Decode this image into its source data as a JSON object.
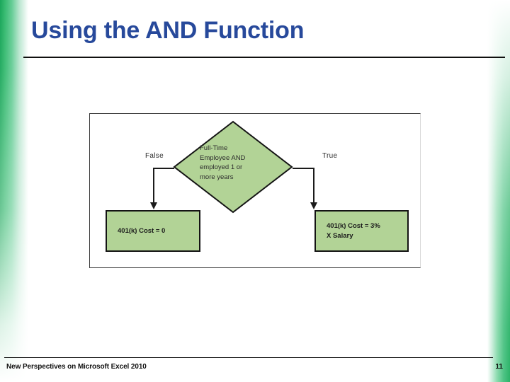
{
  "slide": {
    "title": "Using the AND Function",
    "accent_color": "#27499b",
    "shape_fill_color": "#b2d396",
    "edge_gradient_color": "#1aa65a"
  },
  "figure": {
    "decision": {
      "label_lines": [
        "Full-Time",
        "Employee AND",
        "employed 1 or",
        "more years"
      ],
      "full_text": "Full-Time Employee AND employed 1 or more years"
    },
    "branches": [
      {
        "label": "False",
        "result_lines": [
          "401(k) Cost = 0"
        ]
      },
      {
        "label": "True",
        "result_lines": [
          "401(k) Cost = 3%",
          "X Salary"
        ]
      }
    ]
  },
  "footer": {
    "source": "New Perspectives on Microsoft Excel 2010",
    "page_number": "11"
  }
}
